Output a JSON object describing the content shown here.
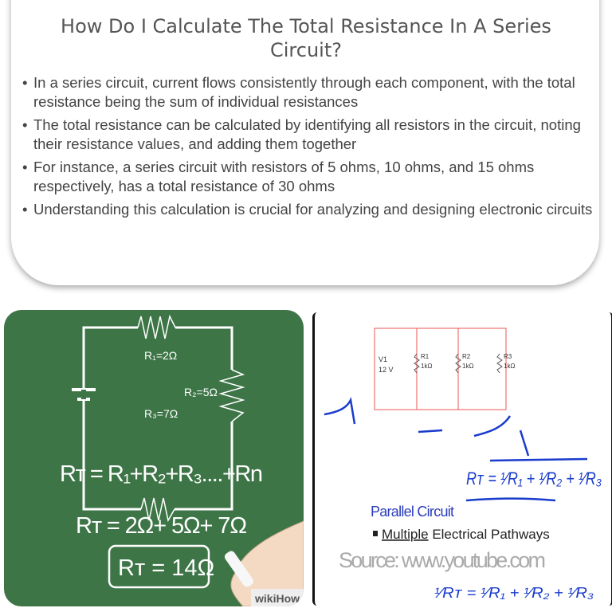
{
  "title": "How Do I Calculate The Total Resistance In A Series Circuit?",
  "bullets": [
    "In a series circuit, current flows consistently through each component, with the total resistance being the sum of individual resistances",
    "The total resistance can be calculated by identifying all resistors in the circuit, noting their resistance values, and adding them together",
    "For instance, a series circuit with resistors of 5 ohms, 10 ohms, and 15 ohms respectively, has a total resistance of 30 ohms",
    "Understanding this calculation is crucial for analyzing and designing electronic circuits"
  ],
  "left_image": {
    "r1": "R₁=2Ω",
    "r2": "R₂=5Ω",
    "r3": "R₃=7Ω",
    "eq1": "Rᴛ = R₁+R₂+R₃....+Rn",
    "eq2": "Rᴛ =  2Ω+ 5Ω+ 7Ω",
    "eq3": "Rᴛ = 14Ω",
    "logo": "wikiHow",
    "background_color": "#3d7547"
  },
  "right_image": {
    "v1": "V1",
    "v1_val": "12 V",
    "r1": "R1",
    "r1_val": "1kΩ",
    "r2": "R2",
    "r2_val": "1kΩ",
    "r3": "R3",
    "r3_val": "1kΩ",
    "heading": "Parallel Circuit",
    "bullet_underlined": "Multiple",
    "bullet_rest": " Electrical Pathways",
    "watermark": "Source: www.youtube.com",
    "ink_color": "#1a3ccc"
  }
}
